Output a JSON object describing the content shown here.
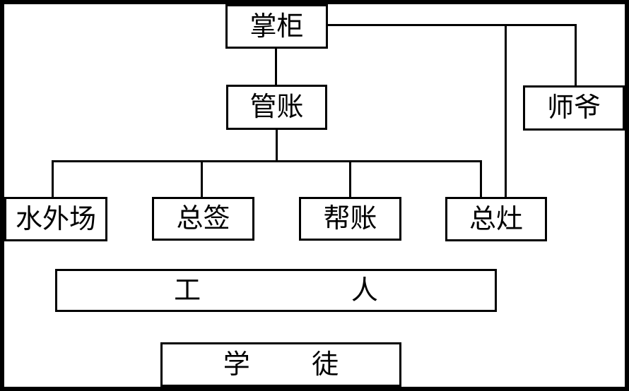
{
  "diagram": {
    "type": "org-chart",
    "colors": {
      "line": "#000000",
      "box_border": "#000000",
      "background": "#ffffff",
      "text": "#000000"
    },
    "nodes": {
      "zhanggui": {
        "label": "掌柜"
      },
      "guanzhang": {
        "label": "管账"
      },
      "shiye": {
        "label": "师爷"
      },
      "shuiwaichang": {
        "label": "水外场"
      },
      "zongqian": {
        "label": "总签"
      },
      "bangzhang": {
        "label": "帮账"
      },
      "zongzao": {
        "label": "总灶"
      },
      "gongren": {
        "label": "工人"
      },
      "xuetu": {
        "label": "学徒"
      }
    },
    "edges": [
      {
        "from": "掌柜",
        "to": "管账"
      },
      {
        "from": "掌柜",
        "to": "师爷"
      },
      {
        "from": "掌柜",
        "to": "总灶"
      },
      {
        "from": "管账",
        "to": "水外场"
      },
      {
        "from": "管账",
        "to": "总签"
      },
      {
        "from": "管账",
        "to": "帮账"
      },
      {
        "from": "管账",
        "to": "总灶"
      }
    ]
  }
}
